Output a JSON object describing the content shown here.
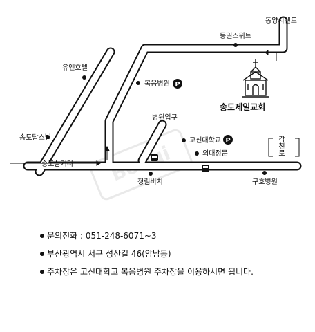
{
  "map": {
    "church_name": "송도제일교회",
    "landmarks": {
      "dongyang_cement": "동양시멘트",
      "dongil_suite": "동일스위트",
      "youen_hotel": "유엔호텔",
      "bokeum_hospital": "복음병원",
      "hospital_entrance": "병원입구",
      "songdo_tapsville": "송도탑스빌",
      "gosin_univ": "고신대학교",
      "medical_gate": "의대정문",
      "songdo_junction": "송도삼거리",
      "cheongnam_beach": "청림비치",
      "guho_hospital": "구호병원",
      "gamcheon_road": "감천로"
    },
    "parking_symbol": "P",
    "watermark": "Boogi"
  },
  "info": {
    "phone": "문의전화 : 051-248-6071~3",
    "address": "부산광역시 서구 성산길 46(암남동)",
    "parking": "주차장은 고신대학교 복음병원 주차장을 이용하시면 됩니다."
  }
}
